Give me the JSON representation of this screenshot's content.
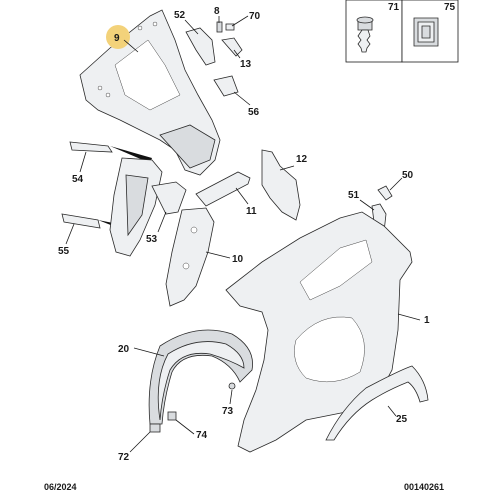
{
  "callouts": {
    "c9": "9",
    "c52": "52",
    "c8": "8",
    "c70": "70",
    "c13": "13",
    "c56": "56",
    "c54": "54",
    "c55": "55",
    "c53": "53",
    "c12": "12",
    "c11": "11",
    "c10": "10",
    "c51": "51",
    "c50": "50",
    "c1": "1",
    "c20": "20",
    "c73": "73",
    "c74": "74",
    "c72": "72",
    "c25": "25",
    "c71": "71",
    "c75": "75"
  },
  "footer": {
    "date": "06/2024",
    "reference": "00140261"
  },
  "colors": {
    "highlight": "#f3d27a",
    "part_fill": "#eef0f2",
    "line": "#1a1a1a"
  }
}
